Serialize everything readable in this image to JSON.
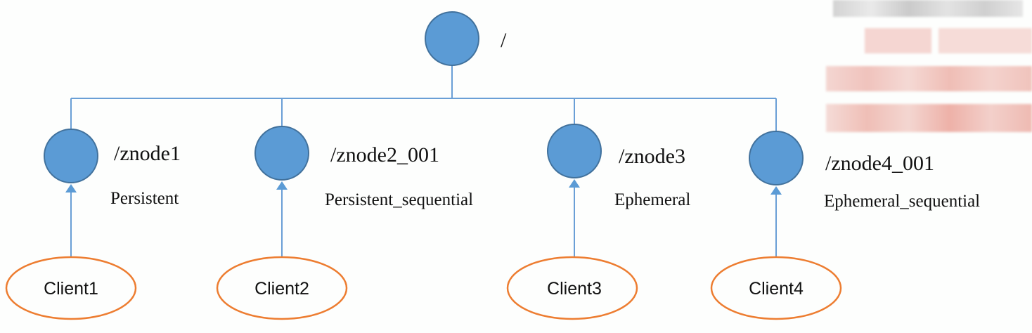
{
  "diagram": {
    "root": {
      "label": "/"
    },
    "nodes": [
      {
        "path": "/znode1",
        "type": "Persistent",
        "client": "Client1"
      },
      {
        "path": "/znode2_001",
        "type": "Persistent_sequential",
        "client": "Client2"
      },
      {
        "path": "/znode3",
        "type": "Ephemeral",
        "client": "Client3"
      },
      {
        "path": "/znode4_001",
        "type": "Ephemeral_sequential",
        "client": "Client4"
      }
    ],
    "colors": {
      "node_fill": "#5b9bd5",
      "node_stroke": "#41719c",
      "connector": "#6a9fd6",
      "client_stroke": "#ed7d31",
      "text": "#111111"
    }
  },
  "watermark": {
    "pixelated": true
  }
}
